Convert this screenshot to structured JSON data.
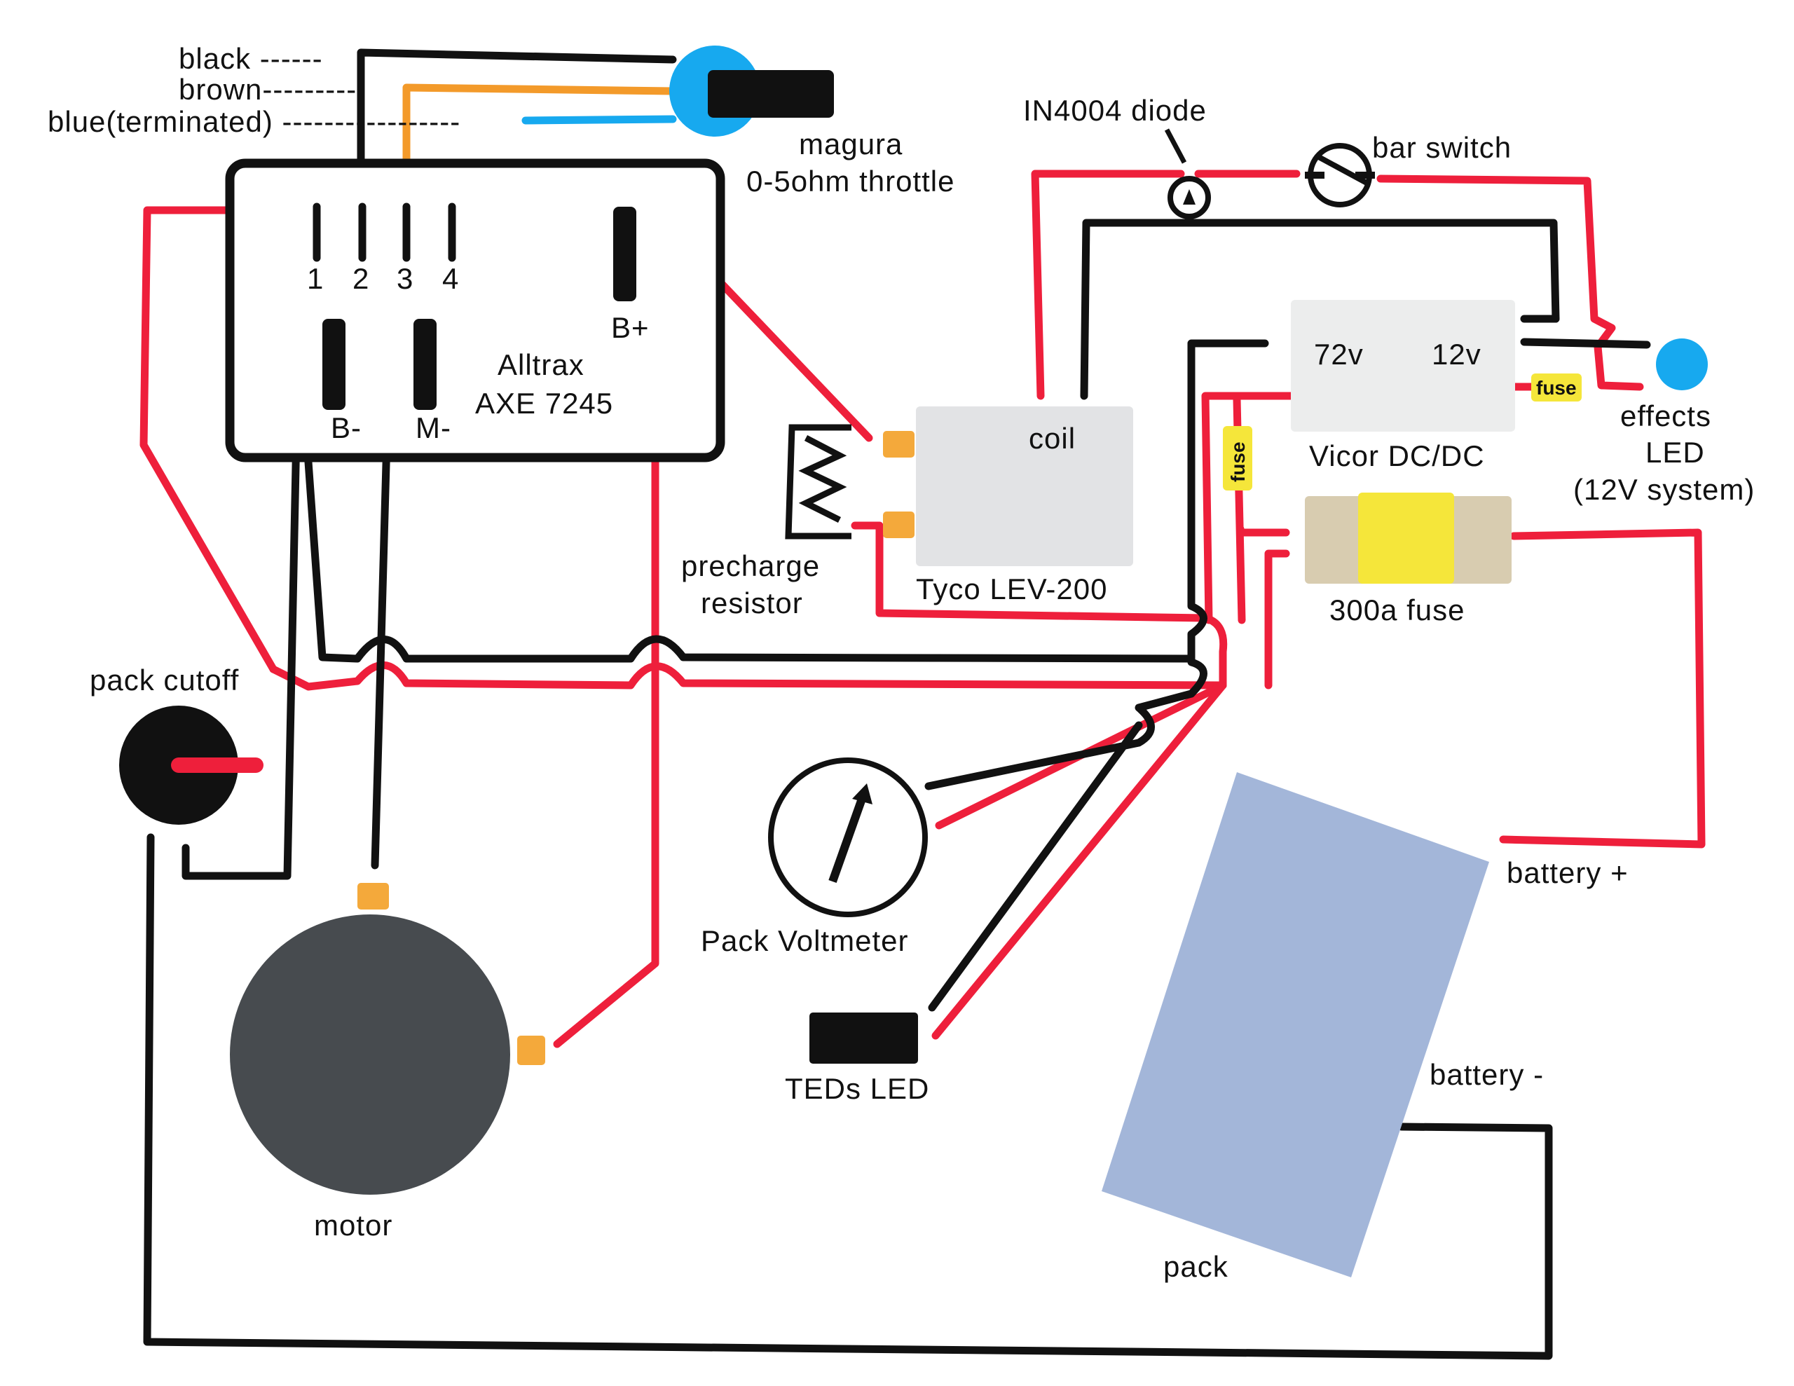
{
  "colors": {
    "positive_wire": "#ee1f3b",
    "negative_wire": "#111111",
    "throttle_brown_wire": "#f39a2a",
    "throttle_blue_wire": "#17a9ef",
    "terminal_orange": "#f4a93b",
    "fuse_yellow": "#f5e63a",
    "box_gray": "#e2e3e5",
    "motor_gray": "#474b4f",
    "pack_blue": "#a3b6d9",
    "fuse_body": "#d8ccb0"
  },
  "throttle": {
    "wire_black_label": "black ------",
    "wire_brown_label": "brown---------",
    "wire_blue_label": "blue(terminated) -----------------",
    "name": "magura",
    "spec": "0-5ohm throttle"
  },
  "controller": {
    "name": "Alltrax",
    "model": "AXE 7245",
    "pins": [
      "1",
      "2",
      "3",
      "4"
    ],
    "b_plus": "B+",
    "b_minus": "B-",
    "m_minus": "M-"
  },
  "diode": {
    "label": "IN4004 diode"
  },
  "bar_switch": {
    "label": "bar switch"
  },
  "precharge": {
    "line1": "precharge",
    "line2": "resistor"
  },
  "contactor": {
    "coil_label": "coil",
    "name": "Tyco LEV-200"
  },
  "dcdc": {
    "input_label": "72v",
    "output_label": "12v",
    "name": "Vicor DC/DC"
  },
  "small_fuse_label": "fuse",
  "main_fuse": {
    "label": "300a fuse"
  },
  "effects_led": {
    "line1": "effects",
    "line2": "LED",
    "line3": "(12V system)"
  },
  "pack_cutoff": {
    "label": "pack cutoff"
  },
  "voltmeter": {
    "label": "Pack Voltmeter"
  },
  "teds_led": {
    "label": "TEDs LED"
  },
  "motor": {
    "label": "motor"
  },
  "battery": {
    "plus_label": "battery +",
    "minus_label": "battery -",
    "pack_label": "pack"
  }
}
